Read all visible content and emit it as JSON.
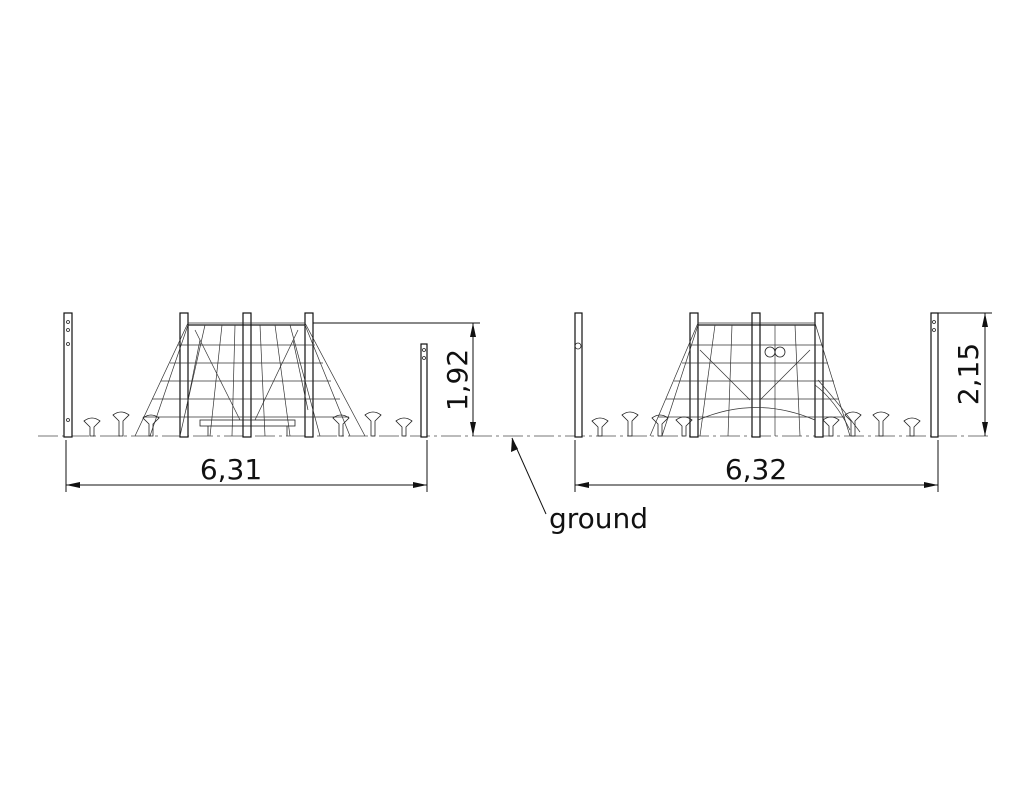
{
  "dimensions": {
    "left_width": "6,31",
    "left_height": "1,92",
    "right_width": "6,32",
    "right_height": "2,15"
  },
  "labels": {
    "ground": "ground"
  },
  "colors": {
    "stroke": "#111111",
    "background": "#ffffff"
  }
}
